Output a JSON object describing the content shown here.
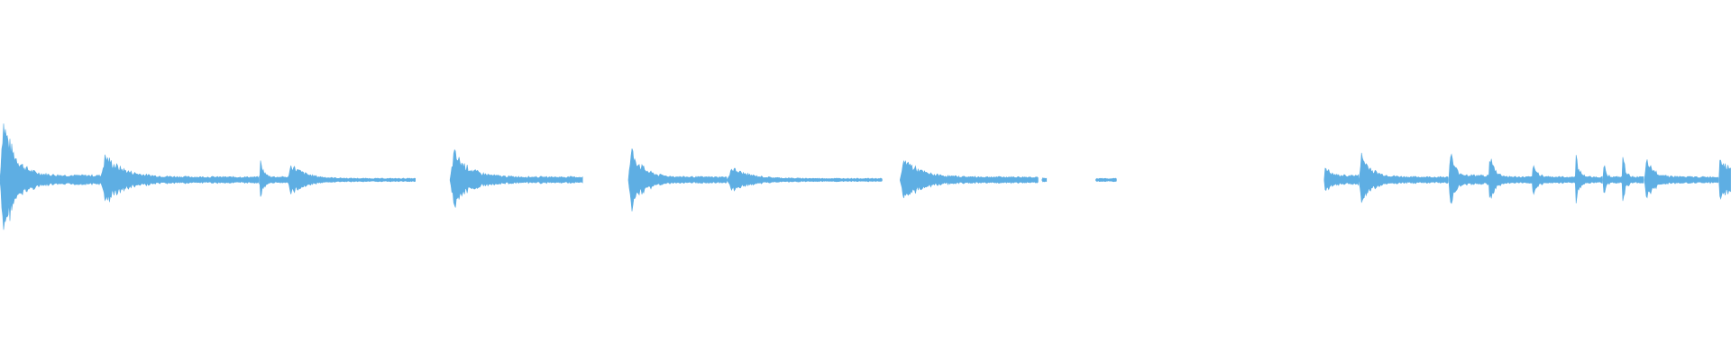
{
  "waveform": {
    "color": "#5eaee3",
    "background": "#ffffff",
    "duration_fraction_total": 1.0,
    "segments": [
      {
        "start": 0.0,
        "end": 0.06,
        "peak": 0.4,
        "sustain": 0.03
      },
      {
        "start": 0.058,
        "end": 0.15,
        "peak": 0.16,
        "sustain": 0.02
      },
      {
        "start": 0.15,
        "end": 0.167,
        "peak": 0.12,
        "sustain": 0.02
      },
      {
        "start": 0.166,
        "end": 0.24,
        "peak": 0.1,
        "sustain": 0.01
      },
      {
        "start": 0.26,
        "end": 0.337,
        "peak": 0.18,
        "sustain": 0.02
      },
      {
        "start": 0.363,
        "end": 0.42,
        "peak": 0.2,
        "sustain": 0.02
      },
      {
        "start": 0.42,
        "end": 0.51,
        "peak": 0.08,
        "sustain": 0.01
      },
      {
        "start": 0.52,
        "end": 0.6,
        "peak": 0.14,
        "sustain": 0.02
      },
      {
        "start": 0.602,
        "end": 0.605,
        "peak": 0.02,
        "sustain": 0.01
      },
      {
        "start": 0.633,
        "end": 0.645,
        "peak": 0.01,
        "sustain": 0.01
      },
      {
        "start": 0.765,
        "end": 0.785,
        "peak": 0.1,
        "sustain": 0.03
      },
      {
        "start": 0.785,
        "end": 0.837,
        "peak": 0.16,
        "sustain": 0.02
      },
      {
        "start": 0.837,
        "end": 0.86,
        "peak": 0.2,
        "sustain": 0.03
      },
      {
        "start": 0.86,
        "end": 0.885,
        "peak": 0.16,
        "sustain": 0.02
      },
      {
        "start": 0.885,
        "end": 0.91,
        "peak": 0.09,
        "sustain": 0.02
      },
      {
        "start": 0.91,
        "end": 0.926,
        "peak": 0.16,
        "sustain": 0.02
      },
      {
        "start": 0.926,
        "end": 0.937,
        "peak": 0.14,
        "sustain": 0.02
      },
      {
        "start": 0.937,
        "end": 0.95,
        "peak": 0.18,
        "sustain": 0.02
      },
      {
        "start": 0.95,
        "end": 0.993,
        "peak": 0.12,
        "sustain": 0.02
      },
      {
        "start": 0.993,
        "end": 1.0,
        "peak": 0.24,
        "sustain": 0.1
      }
    ]
  }
}
